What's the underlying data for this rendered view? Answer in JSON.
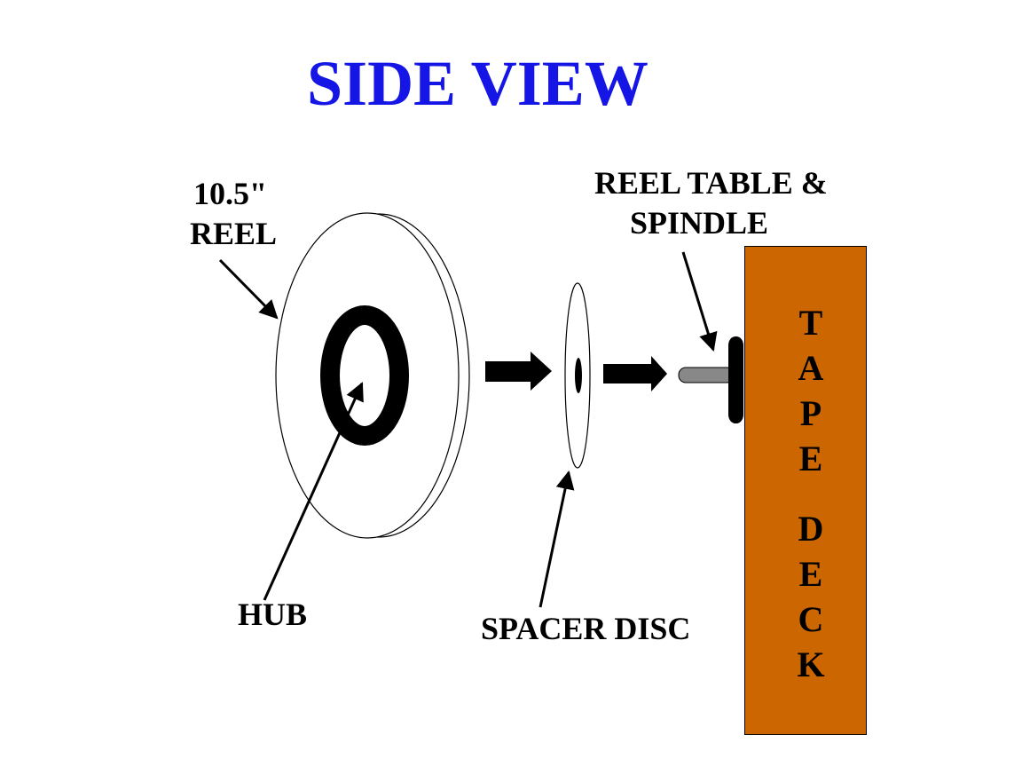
{
  "title": {
    "text": "SIDE VIEW",
    "color": "#1515e6"
  },
  "labels": {
    "reel": {
      "line1": "10.5\"",
      "line2": "REEL"
    },
    "reel_table": {
      "line1": "REEL TABLE &",
      "line2": "SPINDLE"
    },
    "hub": "HUB",
    "spacer": "SPACER DISC"
  },
  "deck": {
    "word1": "T\nA\nP\nE",
    "word2": "D\nE\nC\nK",
    "color": "#cc6600"
  },
  "icons": [
    "reel-icon",
    "hub-icon",
    "spacer-disc-icon",
    "spindle-icon",
    "reel-table-icon",
    "arrow-icon"
  ],
  "colors": {
    "spindle": "#888888",
    "ink": "#000000"
  }
}
